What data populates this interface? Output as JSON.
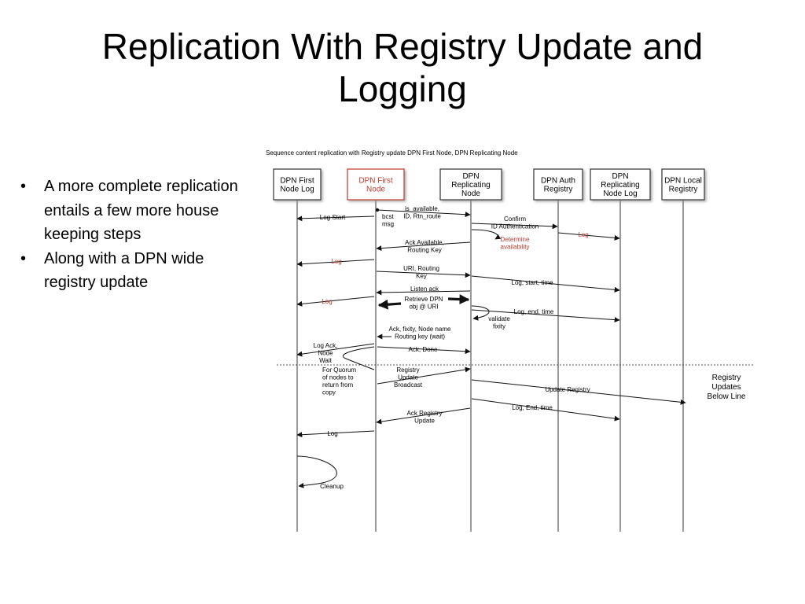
{
  "slide": {
    "title_line1": "Replication With Registry Update and",
    "title_line2": "Logging",
    "bullets": [
      "A more complete replication entails a few more house keeping steps",
      "Along with a DPN wide registry update"
    ]
  },
  "diagram": {
    "caption": "Sequence content replication with Registry update DPN First Node, DPN Replicating Node",
    "actors": [
      {
        "lines": [
          "DPN First",
          "Node Log"
        ],
        "highlight": false
      },
      {
        "lines": [
          "DPN First",
          "Node"
        ],
        "highlight": true
      },
      {
        "lines": [
          "DPN",
          "Replicating",
          "Node"
        ],
        "highlight": false
      },
      {
        "lines": [
          "DPN Auth",
          "Registry"
        ],
        "highlight": false
      },
      {
        "lines": [
          "DPN",
          "Replicating",
          "Node Log"
        ],
        "highlight": false
      },
      {
        "lines": [
          "DPN Local",
          "Registry"
        ],
        "highlight": false
      }
    ],
    "messages": [
      {
        "lines": [
          "Log Start"
        ]
      },
      {
        "lines": [
          "bcst",
          "msg"
        ]
      },
      {
        "lines": [
          "is_available,",
          "ID, Rtn_route"
        ]
      },
      {
        "lines": [
          "Confirm",
          "ID Authentication"
        ]
      },
      {
        "lines": [
          "Log"
        ],
        "red": true
      },
      {
        "lines": [
          "Determine",
          "availability"
        ],
        "red": true
      },
      {
        "lines": [
          "Ack Available,",
          "Routing Key"
        ]
      },
      {
        "lines": [
          "Log"
        ],
        "red": true
      },
      {
        "lines": [
          "URI, Routing",
          "Key"
        ]
      },
      {
        "lines": [
          "Log, start, time"
        ]
      },
      {
        "lines": [
          "Listen ack"
        ]
      },
      {
        "lines": [
          "Log"
        ],
        "red": true
      },
      {
        "lines": [
          "Retrieve DPN",
          "obj @ URI"
        ]
      },
      {
        "lines": [
          "validate",
          "fixity"
        ]
      },
      {
        "lines": [
          "Log, end, time"
        ]
      },
      {
        "lines": [
          "Ack, fixity, Node name",
          "Routing key (wait)"
        ]
      },
      {
        "lines": [
          "Log Ack,",
          "Node",
          "Wait"
        ]
      },
      {
        "lines": [
          "Ack, Done"
        ]
      },
      {
        "lines": [
          "For Quorum",
          "of nodes to",
          "return from",
          "copy"
        ]
      },
      {
        "lines": [
          "Registry",
          "Update",
          "Broadcast"
        ]
      },
      {
        "lines": [
          "Update Registry"
        ]
      },
      {
        "lines": [
          "Log, End, time"
        ]
      },
      {
        "lines": [
          "Ack Registry",
          "Update"
        ]
      },
      {
        "lines": [
          "Log"
        ]
      },
      {
        "lines": [
          "Cleanup"
        ]
      }
    ],
    "side_note": [
      "Registry",
      "Updates",
      "Below Line"
    ],
    "colors": {
      "highlight": "#c0392b",
      "line": "#333333",
      "box_shadow": "#9a9a9a"
    }
  }
}
